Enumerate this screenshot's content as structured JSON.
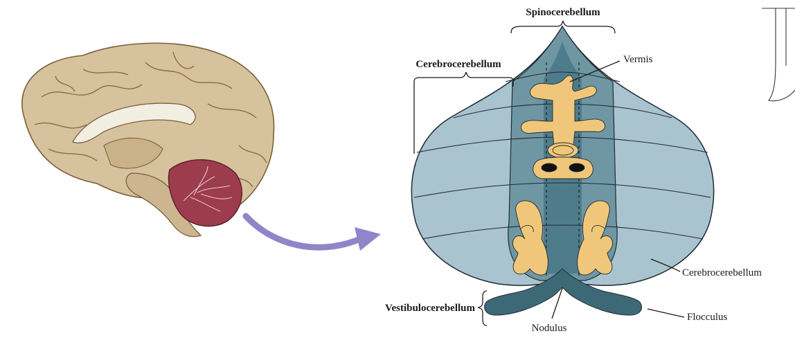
{
  "labels": {
    "spinocerebellum": "Spinocerebellum",
    "cerebrocerebellum_top": "Cerebrocerebellum",
    "vermis": "Vermis",
    "cerebrocerebellum_right": "Cerebrocerebellum",
    "vestibulocerebellum": "Vestibulocerebellum",
    "nodulus": "Nodulus",
    "flocculus": "Flocculus"
  },
  "colors": {
    "brain_tissue": "#d6c29c",
    "brain_sulci": "#7a5f3c",
    "corpus_callosum": "#f3eee2",
    "cerebellum_red": "#9c3c4c",
    "arrow": "#8f86c9",
    "cerebrocerebellum_fill": "#a9c4cf",
    "spinocerebellum_fill": "#6f96a3",
    "vermis_fill": "#4f7c8b",
    "vestibulocerebellum_fill": "#3d6977",
    "homunculus": "#f0c77a",
    "outline": "#1f2a30"
  }
}
